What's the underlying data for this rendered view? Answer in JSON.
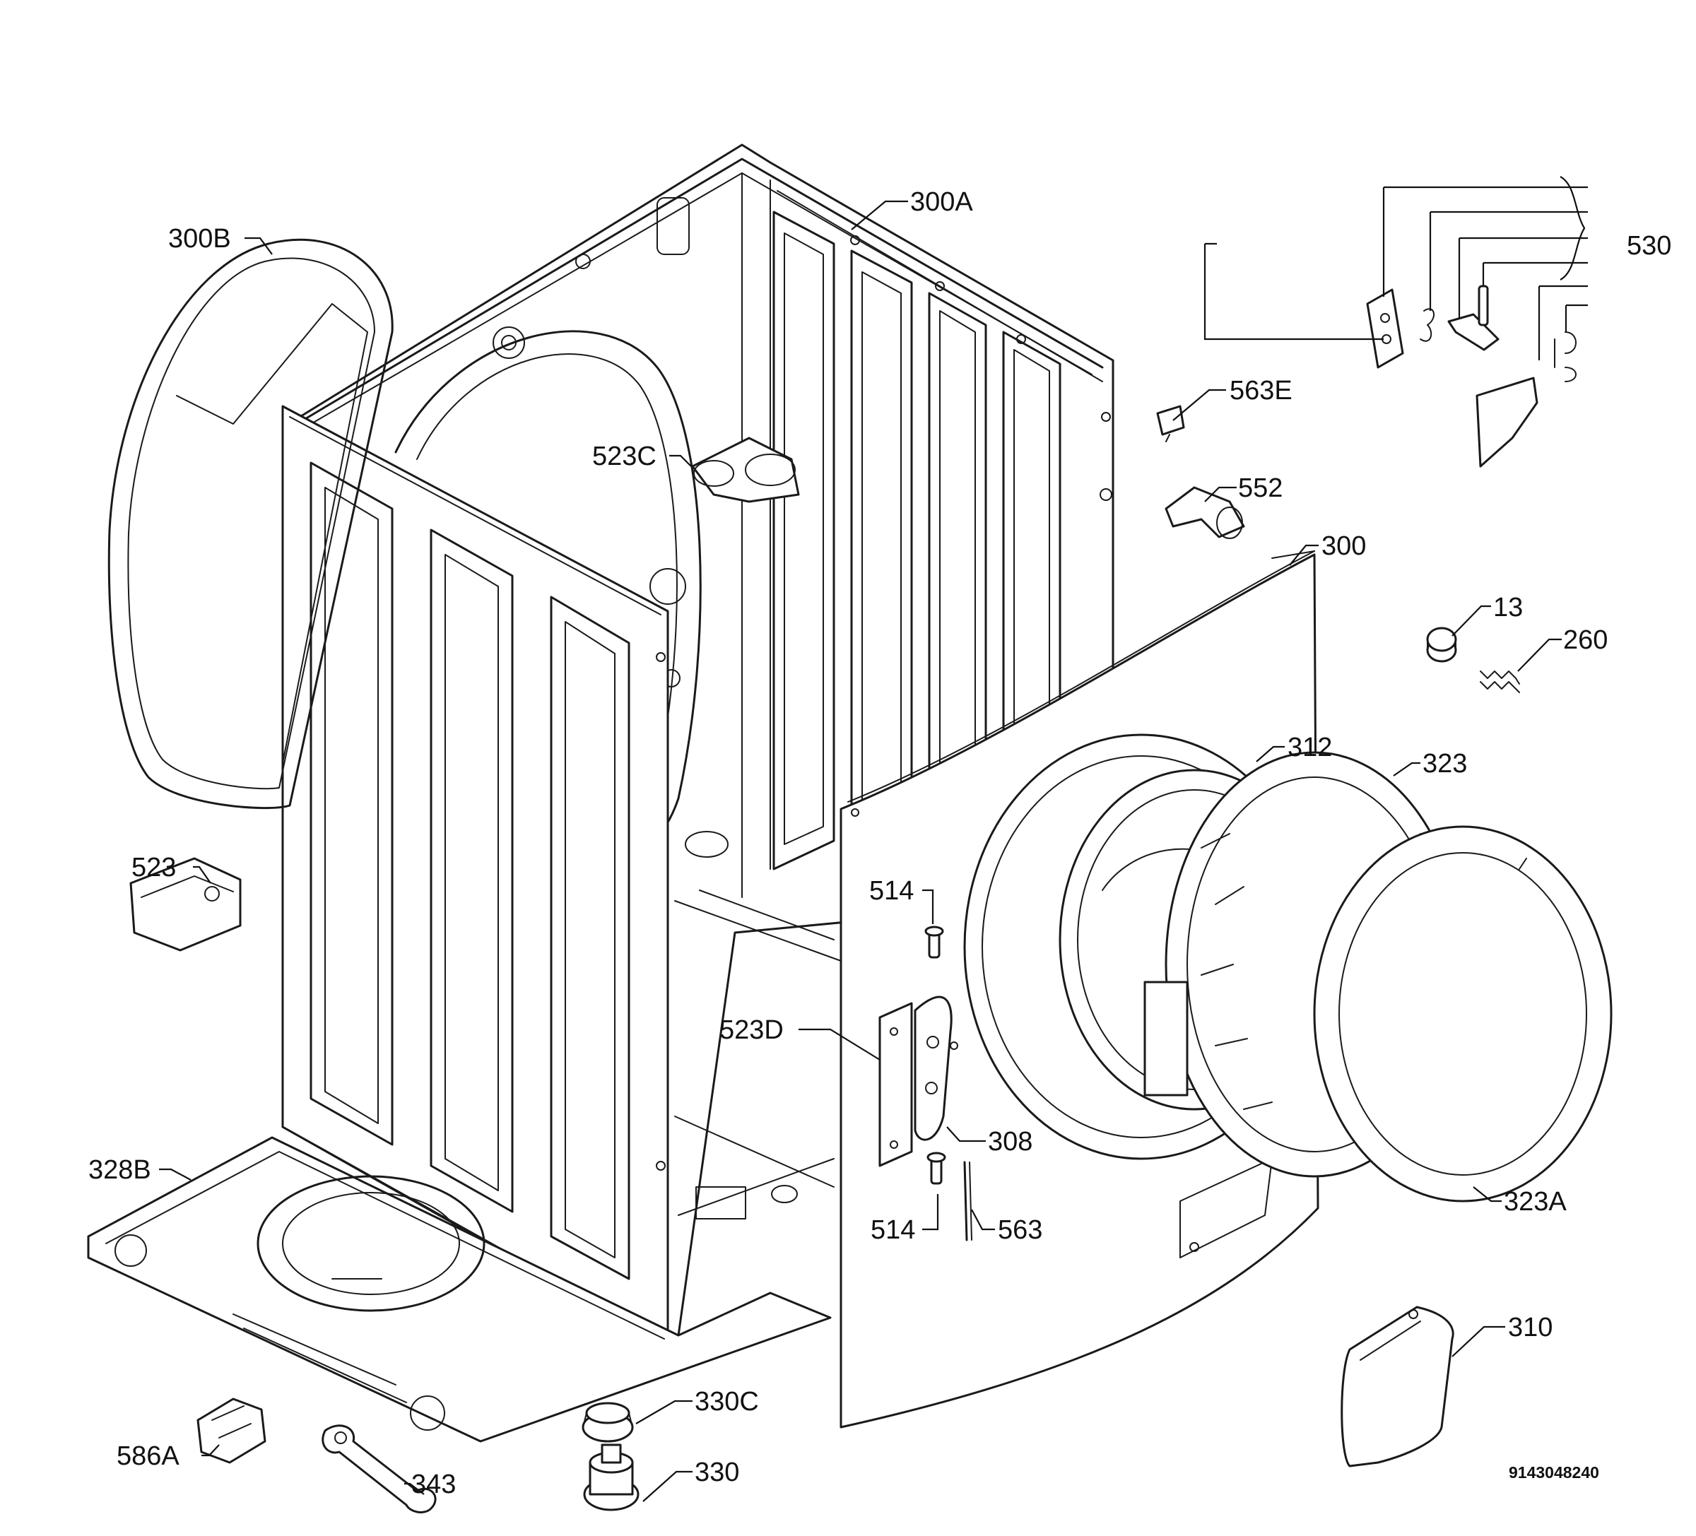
{
  "callouts": {
    "c300A": "300A",
    "c300B": "300B",
    "c530": "530",
    "c563E": "563E",
    "c523C": "523C",
    "c552": "552",
    "c300": "300",
    "c13": "13",
    "c260": "260",
    "c312": "312",
    "c323": "323",
    "c523": "523",
    "c514a": "514",
    "c523D": "523D",
    "c308": "308",
    "c514b": "514",
    "c563": "563",
    "c328B": "328B",
    "c323A": "323A",
    "c310": "310",
    "c330C": "330C",
    "c586A": "586A",
    "c343": "343",
    "c330": "330"
  },
  "drawing_code": "9143048240",
  "colors": {
    "line": "#1a1a1a",
    "background": "#ffffff"
  }
}
